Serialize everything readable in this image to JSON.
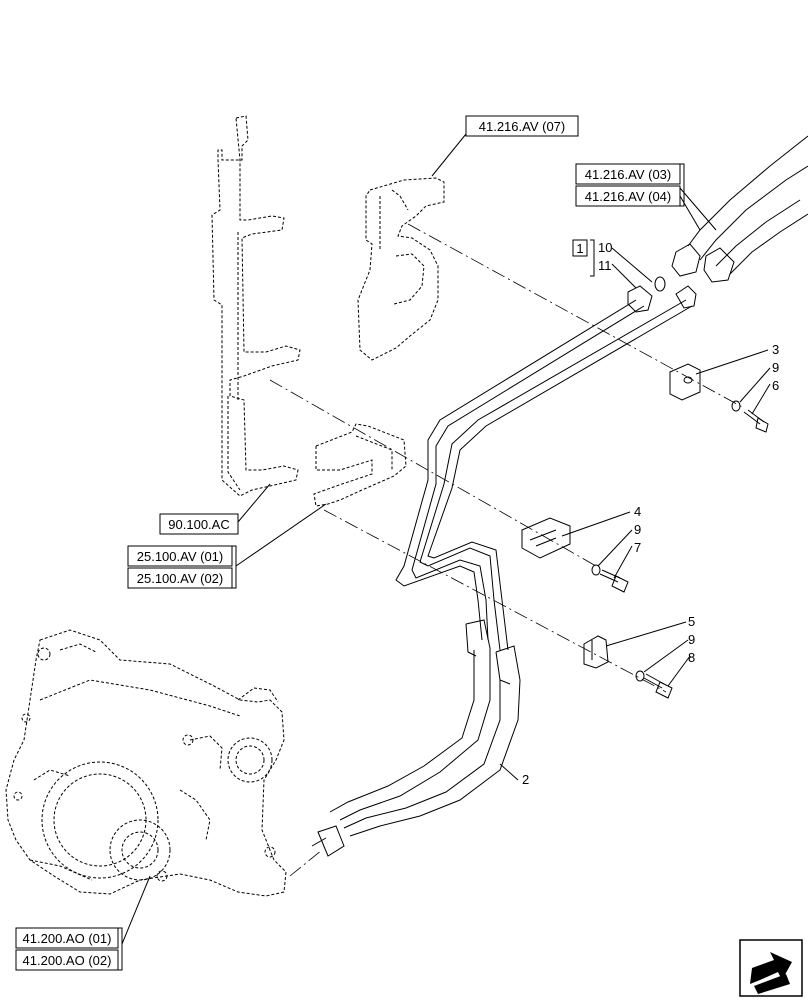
{
  "references": {
    "r41216_07": "41.216.AV (07)",
    "r41216_03": "41.216.AV (03)",
    "r41216_04": "41.216.AV (04)",
    "r90100": "90.100.AC",
    "r25100_01": "25.100.AV (01)",
    "r25100_02": "25.100.AV (02)",
    "r41200_01": "41.200.AO (01)",
    "r41200_02": "41.200.AO (02)"
  },
  "kit_box": "1",
  "callouts": {
    "c10": "10",
    "c11": "11",
    "c3": "3",
    "c9a": "9",
    "c6": "6",
    "c4": "4",
    "c9b": "9",
    "c7": "7",
    "c5": "5",
    "c9c": "9",
    "c8": "8",
    "c2": "2"
  },
  "icons": {
    "nav": "next-page-arrow-icon"
  }
}
